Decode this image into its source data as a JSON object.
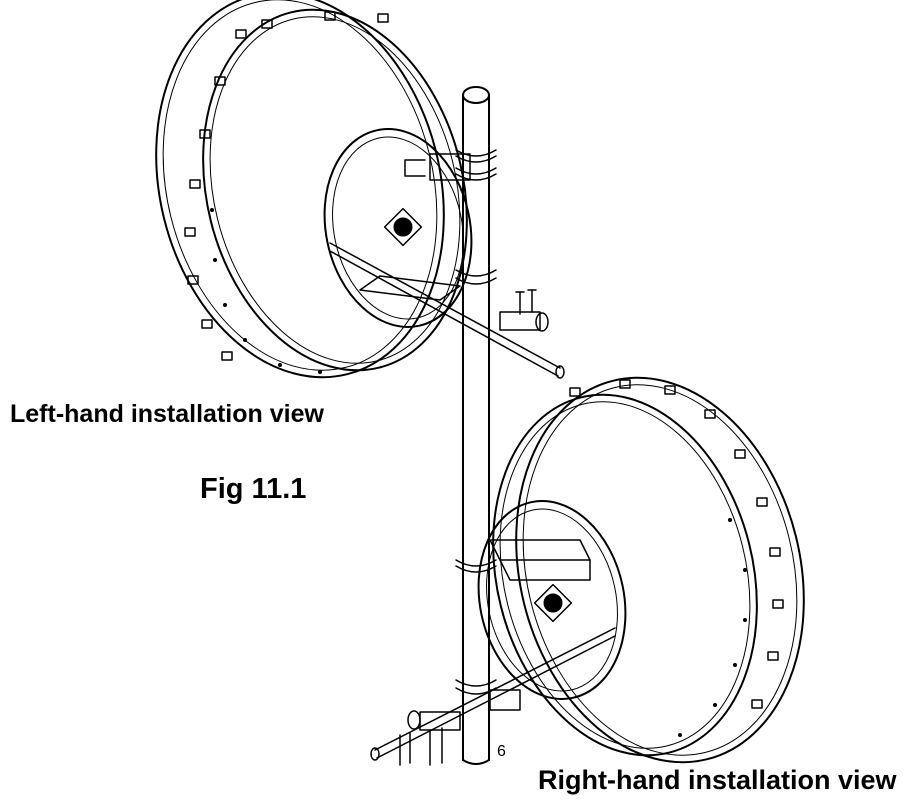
{
  "figure": {
    "left_label": "Left-hand installation view",
    "caption": "Fig 11.1",
    "right_label": "Right-hand installation view",
    "page_number": "6"
  },
  "colors": {
    "ink": "#000000",
    "background": "#ffffff"
  }
}
